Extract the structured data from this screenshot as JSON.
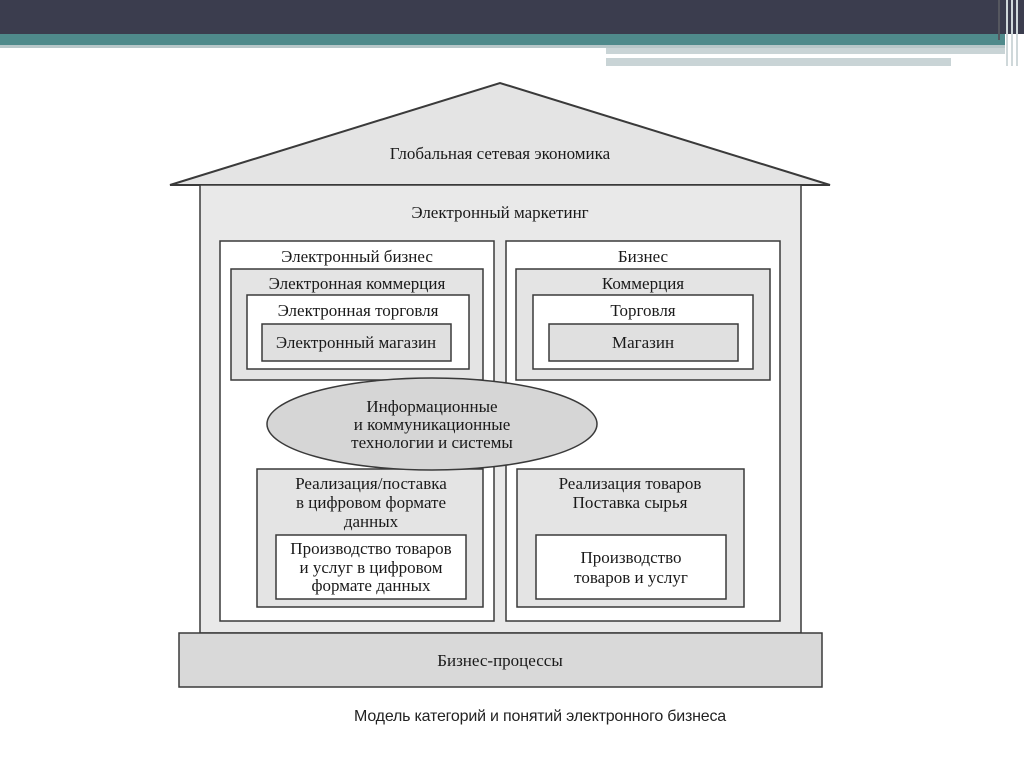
{
  "diagram": {
    "roof": "Глобальная сетевая экономика",
    "house": "Электронный маркетинг",
    "e_business": {
      "title": "Электронный бизнес",
      "commerce": "Электронная коммерция",
      "trade": "Электронная торговля",
      "shop": "Электронный магазин",
      "delivery": [
        "Реализация/поставка",
        "в цифровом формате",
        "данных"
      ],
      "production": [
        "Производство товаров",
        "и услуг в цифровом",
        "формате данных"
      ]
    },
    "business": {
      "title": "Бизнес",
      "commerce": "Коммерция",
      "trade": "Торговля",
      "shop": "Магазин",
      "delivery": [
        "Реализация товаров",
        "Поставка сырья"
      ],
      "production": [
        "Производство",
        "товаров и услуг"
      ]
    },
    "ict": [
      "Информационные",
      "и коммуникационные",
      "технологии и системы"
    ],
    "foundation": "Бизнес-процессы"
  },
  "caption": "Модель категорий и понятий электронного бизнеса",
  "colors": {
    "fill_light": "#e9e9e9",
    "fill_mid": "#d4d4d4",
    "stroke": "#3a3a3a",
    "banner_dark": "#3b3d4e",
    "banner_teal": "#4f8a8b"
  }
}
